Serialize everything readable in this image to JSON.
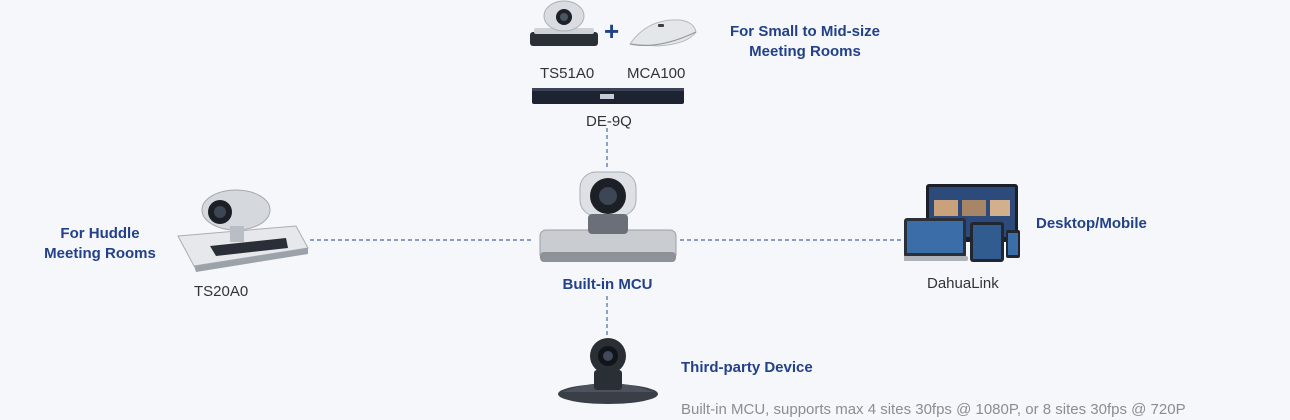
{
  "top": {
    "caption": "For Small to Mid-size Meeting Rooms",
    "caption_line1": "For Small to Mid-size",
    "caption_line2": "Meeting Rooms",
    "camera_label": "TS51A0",
    "mic_label": "MCA100",
    "plus": "+",
    "decoder_label": "DE-9Q"
  },
  "left": {
    "caption_line1": "For Huddle",
    "caption_line2": "Meeting Rooms",
    "device_label": "TS20A0"
  },
  "center": {
    "label": "Built-in MCU"
  },
  "right": {
    "caption": "Desktop/Mobile",
    "device_label": "DahuaLink"
  },
  "bottom": {
    "caption": "Third-party Device",
    "note": "Built-in MCU, supports max 4 sites 30fps @ 1080P, or 8 sites 30fps @ 720P"
  },
  "colors": {
    "accent": "#22418a",
    "connector": "#4a6aa5",
    "background": "#f6f7fa"
  }
}
